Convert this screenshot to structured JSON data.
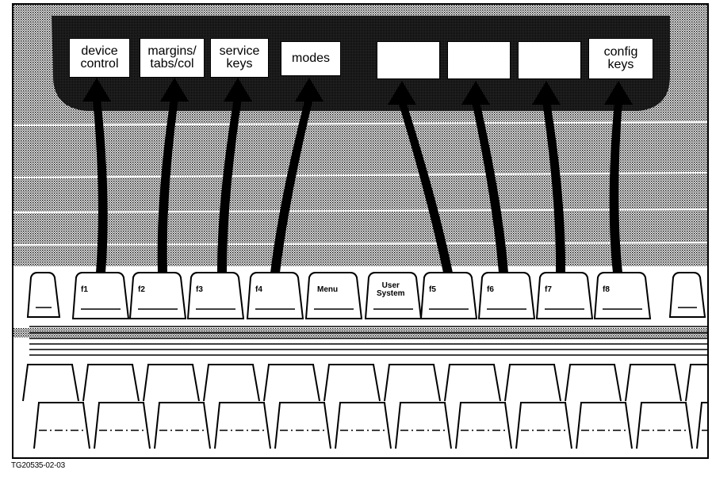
{
  "figure_id": "TG20535-02-03",
  "softkey_labels": [
    {
      "key": "f1",
      "text": "device\ncontrol"
    },
    {
      "key": "f2",
      "text": "margins/\ntabs/col"
    },
    {
      "key": "f3",
      "text": "service\nkeys"
    },
    {
      "key": "f4",
      "text": "modes"
    },
    {
      "key": "f5",
      "text": ""
    },
    {
      "key": "f6",
      "text": ""
    },
    {
      "key": "f7",
      "text": ""
    },
    {
      "key": "f8",
      "text": "config\nkeys"
    }
  ],
  "function_keys": [
    "f1",
    "f2",
    "f3",
    "f4",
    "Menu",
    "User\nSystem",
    "f5",
    "f6",
    "f7",
    "f8"
  ]
}
